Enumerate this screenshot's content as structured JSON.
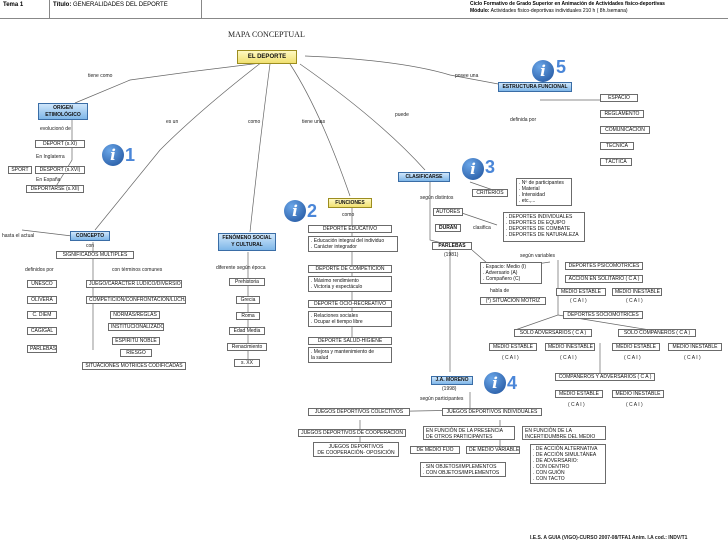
{
  "header": {
    "tema": "Tema 1",
    "titulo_label": "Título:",
    "titulo": "GENERALIDADES DEL DEPORTE",
    "ciclo": "Ciclo Formativo de Grado Superior en Animación de Actividades físico-deportivas",
    "modulo_label": "Módulo:",
    "modulo": "Actividades físico-deportivas individuales 210 h ( 8h./semana)"
  },
  "map_title": "MAPA CONCEPTUAL",
  "center": "EL DEPORTE",
  "link_labels": {
    "tiene_como": "tiene como",
    "es_un": "es un",
    "como": "como",
    "tiene_unas": "tiene unas",
    "puede": "puede",
    "posee_una": "posee una",
    "evolucion_de": "evolucionó de",
    "en_inglaterra": "En Inglaterra",
    "en_espana": "En España",
    "hasta_el_actual": "hasta el actual",
    "con": "con",
    "definido_por": "definidos por",
    "con_terminos": "con términos comunes",
    "diferente": "diferente según época",
    "como2": "como",
    "segun_distintos": "según distintos",
    "clasifica": "clasifica",
    "segun_variables": "según variables",
    "habla_de": "habla de",
    "definida_por": "definida por",
    "segun_participantes": "según participantes"
  },
  "numbers": [
    "1",
    "2",
    "3",
    "4",
    "5"
  ],
  "origen": {
    "title": "ORIGEN ETIMOLÓGICO",
    "items": [
      "DEPORT (s.XI)",
      "SPORT",
      "DESPORT (s.XVI)",
      "DEPORTARSE (s.XII)"
    ]
  },
  "concepto": {
    "title": "CONCEPTO",
    "sub": "SIGNIFICADOS MÚLTIPLES",
    "authors": [
      "UNESCO",
      "OLIVERA",
      "C. DIEM",
      "CAGIGAL",
      "PARLEBAS"
    ],
    "terms": [
      "JUEGO/CARÁCTER LÚDICO/DIVERSIÓN",
      "COMPETICIÓN/CONFRONTACIÓN/LUCHA",
      "NORMAS/REGLAS",
      "INSTITUCIONALIZADO",
      "ESPÍRITU NOBLE",
      "RIESGO",
      "SITUACIONES MOTRICES CODIFICADAS"
    ]
  },
  "fenomeno": {
    "title": "FENÓMENO SOCIAL Y CULTURAL",
    "epochs": [
      "Prehistoria",
      "Grecia",
      "Roma",
      "Edad Media",
      "Renacimiento",
      "s. XX"
    ]
  },
  "funciones": {
    "title": "FUNCIONES",
    "items": [
      {
        "name": "DEPORTE EDUCATIVO",
        "desc": ". Educación integral del individuo\n. Carácter integrador"
      },
      {
        "name": "DEPORTE DE COMPETICIÓN",
        "desc": ". Máximo rendimiento\n. Victoria y espectáculo"
      },
      {
        "name": "DEPORTE OCIO-RECREATIVO",
        "desc": ". Relaciones sociales\n. Ocupar el tiempo libre"
      },
      {
        "name": "DEPORTE SALUD-HIGIENE",
        "desc": ". Mejora y mantenimiento de\n  la salud"
      }
    ]
  },
  "clasificarse": {
    "title": "CLASIFICARSE",
    "criterios": "CRITERIOS",
    "criterios_desc": ". Nº de participantes\n. Material\n. Intensidad\n. etc.,...",
    "autores": "AUTORES",
    "duran": "DURÁN",
    "duran_desc": ". DEPORTES INDIVIDUALES\n. DEPORTES DE EQUIPO\n. DEPORTES DE COMBATE\n. DEPORTES DE NATURALEZA",
    "parlebas": "PARLEBAS",
    "parlebas_year": "(1981)",
    "variables": ". Espacio: Medio (I)\n. Adversario (A)\n. Compañero (C)",
    "sit_motriz": "(*) SITUACIÓN MOTRIZ",
    "psico": "DEPORTES PSICOMOTRICES",
    "solitario": "ACCIÓN EN SOLITARIO ( C A )",
    "medio_estable": "MEDIO ESTABLE",
    "medio_inestable": "MEDIO INESTABLE",
    "cai": "( C A I )",
    "socio": "DEPORTES SOCIOMOTRICES",
    "solo_adv": "SOLO ADVERSARIOS ( C A )",
    "solo_comp": "SOLO COMPAÑEROS ( C A )",
    "comp_adv": "COMPAÑEROS Y ADVERSARIOS ( C A )"
  },
  "moreno": {
    "title": "J.A. MORENO",
    "year": "(1998)",
    "colectivos": "JUEGOS DEPORTIVOS COLECTIVOS",
    "individuales": "JUEGOS DEPORTIVOS INDIVIDUALES",
    "cooperacion": "JUEGOS DEPORTIVOS DE COOPERACIÓN",
    "coop_oposicion": "JUEGOS DEPORTIVOS\nDE COOPERACIÓN- OPOSICIÓN",
    "presencia": "EN FUNCIÓN DE LA PRESENCIA\nDE OTROS PARTICIPANTES",
    "incertidumbre": "EN FUNCIÓN DE LA\nINCERTIDUMBRE DEL MEDIO",
    "fijo": "DE MEDIO FIJO",
    "variable": "DE MEDIO VARIABLE",
    "objetos": ". SIN OBJETOS/IMPLEMENTOS\n. CON OBJETOS/IMPLEMENTOS",
    "accion": ". DE ACCIÓN ALTERNATIVA\n. DE ACCIÓN SIMULTÁNEA\n. DE ADVERSARIO:\n   . CON DENTRO\n   . CON GUIÓN\n   . CON TACTO"
  },
  "estructura": {
    "title": "ESTRUCTURA FUNCIONAL",
    "items": [
      "ESPACIO",
      "REGLAMENTO",
      "COMUNICACIÓN",
      "TÉCNICA",
      "TÁCTICA"
    ]
  },
  "footer": "I.E.S. A GUIA (VIGO)-CURSO 2007-08/TFA1 Anim. I.A cod.: INDV/T1"
}
